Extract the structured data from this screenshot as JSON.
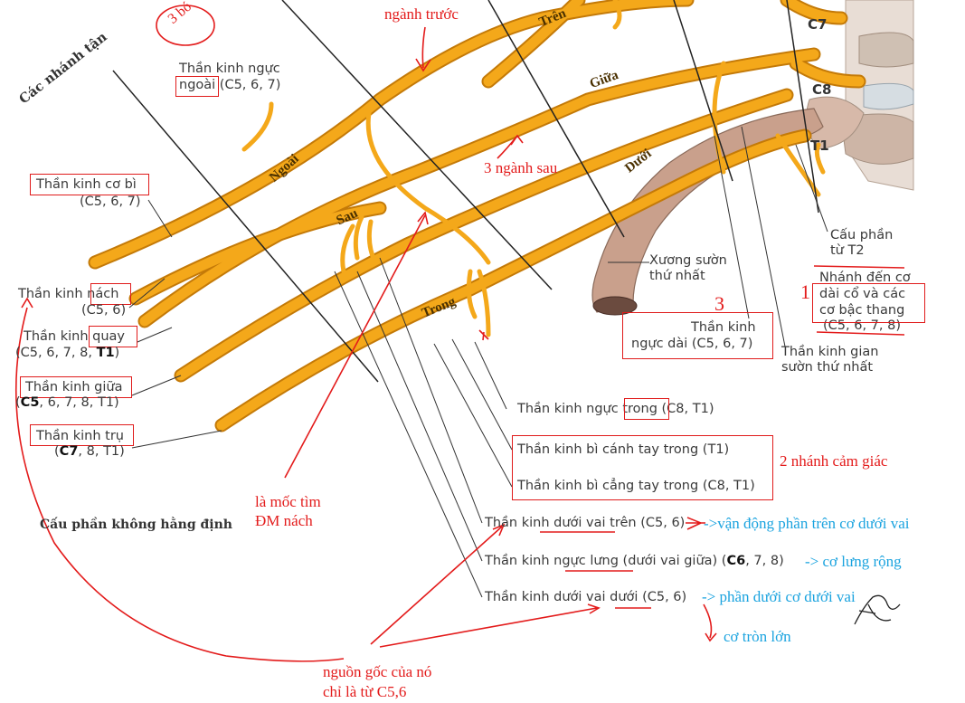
{
  "annotations": {
    "three_bundles": "3 bó",
    "anterior_divisions": "ngành trước",
    "three_posterior": "3 ngành sau",
    "landmark_1": "là mốc tìm",
    "landmark_2": "ĐM nách",
    "two_sensory": "2 nhánh cảm giác",
    "origin_1": "nguồn gốc của nó",
    "origin_2": "chỉ là từ C5,6",
    "motor_upper": "->vận động phần trên cơ dưới vai",
    "latissimus": "-> cơ lưng rộng",
    "lower_subscap": "-> phần dưới cơ dưới vai",
    "teres_major": "cơ tròn lớn",
    "num1": "1",
    "num3": "3"
  },
  "headings": {
    "terminal_branches": "Các nhánh tận",
    "inconstant": "Cấu phần không hằng định"
  },
  "cords": {
    "lateral": "Ngoài",
    "posterior": "Sau",
    "medial": "Trong",
    "upper": "Trên",
    "middle": "Giữa",
    "lower": "Dưới"
  },
  "roots": {
    "c7": "C7",
    "c8": "C8",
    "t1": "T1"
  },
  "left_labels": {
    "lat_pectoral": "Thần kinh ngực",
    "lat_pectoral_word": "ngoài",
    "lat_pectoral_roots": "(C5, 6, 7)",
    "musculocutaneous": "Thần kinh cơ bì",
    "musculocutaneous_roots": "(C5, 6, 7)",
    "axillary_pre": "Thần kinh",
    "axillary_word": "nách",
    "axillary_roots": "(C5, 6)",
    "radial_pre": "Thần kinh",
    "radial_word": "quay",
    "radial_roots_a": "(C5, 6, 7, 8,",
    "radial_roots_b": "T1",
    "radial_roots_c": ")",
    "median": "Thần kinh giữa",
    "median_roots_a": "(",
    "median_roots_b": "C5",
    "median_roots_c": ", 6, 7, 8, T1)",
    "ulnar": "Thần kinh trụ",
    "ulnar_roots_a": "(",
    "ulnar_roots_b": "C7",
    "ulnar_roots_c": ", 8, T1)"
  },
  "right_labels": {
    "first_rib_1": "Xương sườn",
    "first_rib_2": "thứ nhất",
    "t2_1": "Cấu phần",
    "t2_2": "từ T2",
    "scalene_1": "Nhánh đến cơ",
    "scalene_2": "dài cổ và các",
    "scalene_3": "cơ bậc thang",
    "scalene_4": "(C5, 6, 7, 8)",
    "long_thoracic_1": "Thần kinh",
    "long_thoracic_2": "ngực dài (C5, 6, 7)",
    "intercostal_1": "Thần kinh gian",
    "intercostal_2": "sườn thứ nhất"
  },
  "bottom_labels": {
    "med_pectoral_pre": "Thần kinh ngực",
    "med_pectoral_word": "trong",
    "med_pectoral_roots": "(C8, T1)",
    "med_brachial": "Thần kinh bì cánh tay trong (T1)",
    "med_antebrachial": "Thần kinh bì cẳng tay trong (C8, T1)",
    "upper_subscap_pre": "Thần kinh",
    "upper_subscap_word": "dưới vai",
    "upper_subscap_post": "trên (C5, 6)",
    "thoracodorsal_pre": "Thần kinh",
    "thoracodorsal_word": "ngực lưng",
    "thoracodorsal_post": "(dưới vai giữa) (",
    "thoracodorsal_bold": "C6",
    "thoracodorsal_end": ", 7,  8)",
    "lower_subscap_pre": "Thần kinh dưới vai",
    "lower_subscap_word": "dưới",
    "lower_subscap_roots": "(C5, 6)"
  },
  "colors": {
    "nerve": "#f4a81a",
    "nerve_dark": "#c47a08",
    "annotation_red": "#e31b1b",
    "annotation_blue": "#1aa3df",
    "bone": "#c9a08c"
  }
}
